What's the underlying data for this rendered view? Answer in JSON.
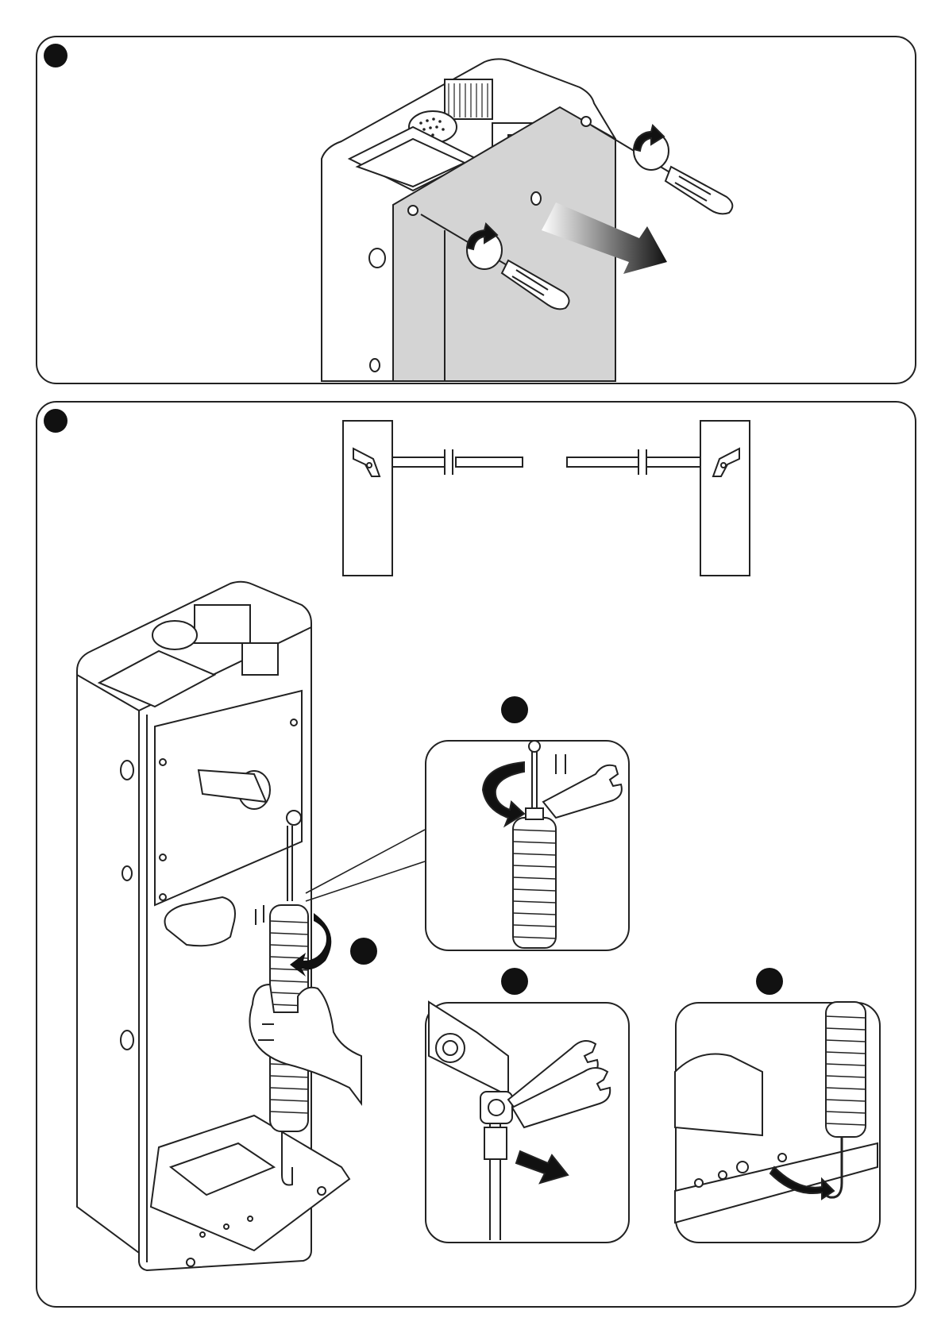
{
  "panels": [
    {
      "id": "step-1",
      "label": ""
    },
    {
      "id": "step-2",
      "label": ""
    }
  ],
  "sub_steps": [
    {
      "id": "a",
      "label": ""
    },
    {
      "id": "b",
      "label": ""
    },
    {
      "id": "c",
      "label": ""
    },
    {
      "id": "d",
      "label": ""
    }
  ],
  "colors": {
    "line": "#222222",
    "cover_fill": "#d4d4d4",
    "dot": "#111111",
    "arrow": "#1a1a1a"
  }
}
